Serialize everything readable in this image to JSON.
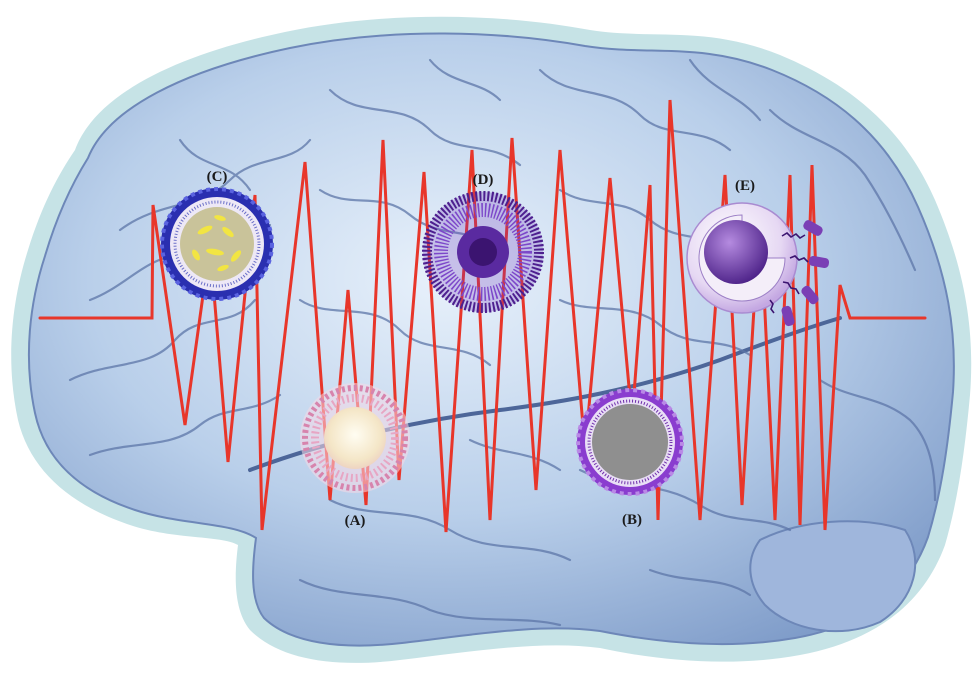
{
  "figure": {
    "labels": {
      "a": "(A)",
      "b": "(B)",
      "c": "(C)",
      "d": "(D)",
      "e": "(E)"
    },
    "icons": {
      "brain": "brain-illustration",
      "signal": "eeg-signal-trace",
      "a": "liposome-icon",
      "b": "solid-lipid-nanoparticle-icon",
      "c": "polymeric-micelle-icon",
      "d": "dendrimer-icon",
      "e": "targeted-nanocarrier-icon"
    },
    "colors": {
      "background": "#ffffff",
      "brain_outline": "#bfe0e3",
      "brain_fill": "#b8cde8",
      "brain_shade": "#8fa9d2",
      "gyri_lines": "#5d76a8",
      "signal": "#e8362a",
      "liposome": "#e7a6c4",
      "sln_shell": "#8a3dcf",
      "sln_core": "#8f8f8f",
      "micelle_shell": "#2a2fb0",
      "micelle_core": "#e0d35a",
      "dendrimer": "#4d1f8f",
      "targeted_carrier": "#8f5fc0"
    }
  }
}
